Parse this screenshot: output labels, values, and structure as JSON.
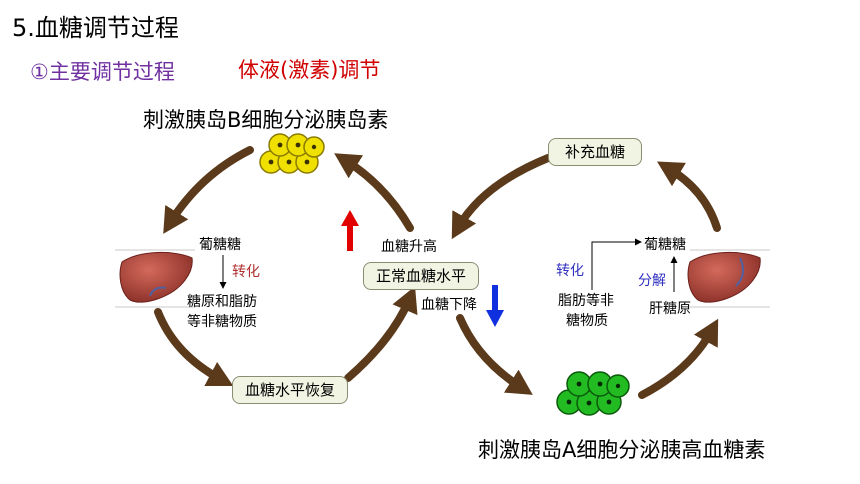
{
  "heading": "5.血糖调节过程",
  "subtitle": {
    "main": "①主要调节过程",
    "highlight": "体液(激素)调节"
  },
  "top_label": "刺激胰岛B细胞分泌胰岛素",
  "bottom_label": "刺激胰岛A细胞分泌胰高血糖素",
  "center_box": "正常血糖水平",
  "box_recover": "血糖水平恢复",
  "box_supplement": "补充血糖",
  "rise_label": "血糖升高",
  "fall_label": "血糖下降",
  "left_liver": {
    "top": "葡糖糖",
    "process": "转化",
    "bottom_line1": "糖原和脂肪",
    "bottom_line2": "等非糖物质"
  },
  "right_liver": {
    "top": "葡糖糖",
    "convert": "转化",
    "decompose": "分解",
    "source_line1": "脂肪等非",
    "source_line2": "糖物质",
    "glycogen": "肝糖原"
  },
  "colors": {
    "arrow": "#5a3a1a",
    "up": "#e00000",
    "down": "#1030e0",
    "b_cells": "#f0e000",
    "a_cells": "#22bb22",
    "subtitle_main": "#7030a0",
    "subtitle_highlight": "#d00000",
    "process_text": "#b03030",
    "right_process": "#3030c0"
  }
}
